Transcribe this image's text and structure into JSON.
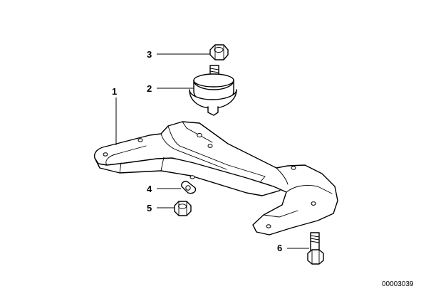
{
  "diagram": {
    "callouts": [
      {
        "id": "1",
        "label": "1"
      },
      {
        "id": "2",
        "label": "2"
      },
      {
        "id": "3",
        "label": "3"
      },
      {
        "id": "4",
        "label": "4"
      },
      {
        "id": "5",
        "label": "5"
      },
      {
        "id": "6",
        "label": "6"
      }
    ],
    "reference_number": "00003039"
  }
}
